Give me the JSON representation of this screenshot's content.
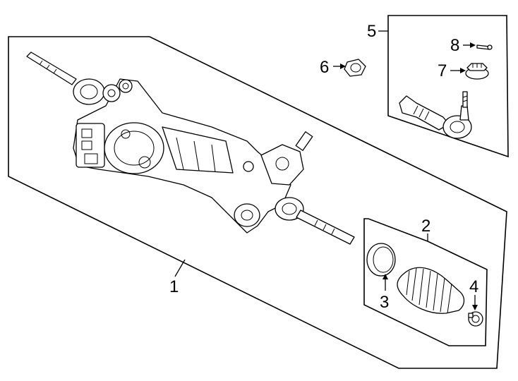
{
  "diagram": {
    "callouts": [
      "1",
      "2",
      "3",
      "4",
      "5",
      "6",
      "7",
      "8"
    ]
  },
  "parts": {
    "steering_gear": "steering-gear-assembly",
    "boot_kit": "boot-kit-group",
    "tie_rod_kit": "tie-rod-end-group",
    "nut": "nut",
    "colors": {
      "line": "#000000",
      "background": "#ffffff"
    }
  }
}
